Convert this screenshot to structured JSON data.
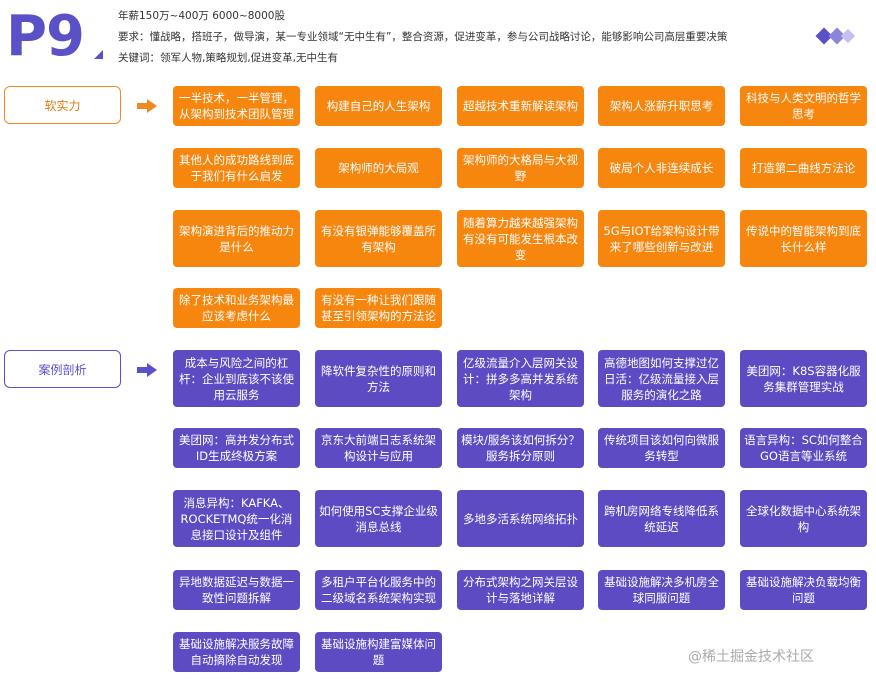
{
  "header": {
    "logo_text": "P9",
    "salary_line": "年薪150万~400万 6000~8000股",
    "requirement_line": "要求：懂战略，搭班子，做导演，某一专业领域“无中生有”，整合资源，促进变革，参与公司战略讨论，能够影响公司高层重要决策",
    "keywords_line": "关键词：领军人物,策略规划,促进变革,无中生有"
  },
  "colors": {
    "orange": "#f7860f",
    "purple": "#5d4bc3",
    "logo": "#5a50c8"
  },
  "sections": {
    "soft": {
      "label": "软实力",
      "items": [
        "一半技术，一半管理，从架构到技术团队管理",
        "构建自己的人生架构",
        "超越技术重新解读架构",
        "架构人涨薪升职思考",
        "科技与人类文明的哲学思考",
        "其他人的成功路线到底于我们有什么启发",
        "架构师的大局观",
        "架构师的大格局与大视野",
        "破局个人非连续成长",
        "打造第二曲线方法论",
        "架构演进背后的推动力是什么",
        "有没有银弹能够覆盖所有架构",
        "随着算力越来越强架构有没有可能发生根本改变",
        "5G与IOT给架构设计带来了哪些创新与改进",
        "传说中的智能架构到底长什么样",
        "除了技术和业务架构最应该考虑什么",
        "有没有一种让我们跟随甚至引领架构的方法论"
      ]
    },
    "case": {
      "label": "案例剖析",
      "items": [
        "成本与风险之间的杠杆：企业到底该不该使用云服务",
        "降软件复杂性的原则和方法",
        "亿级流量介入层网关设计：拼多多高并发系统架构",
        "高德地图如何支撑过亿日活：亿级流量接入层服务的演化之路",
        "美团网：K8S容器化服务集群管理实战",
        "美团网：高并发分布式ID生成终极方案",
        "京东大前端日志系统架构设计与应用",
        "模块/服务该如何拆分？服务拆分原则",
        "传统项目该如何向微服务转型",
        "语言异构：SC如何整合GO语言等业系统",
        "消息异构：KAFKA、ROCKETMQ统一化消息接口设计及组件",
        "如何使用SC支撑企业级消息总线",
        "多地多活系统网络拓扑",
        "跨机房网络专线降低系统延迟",
        "全球化数据中心系统架构",
        "异地数据延迟与数据一致性问题拆解",
        "多租户平台化服务中的二级域名系统架构实现",
        "分布式架构之网关层设计与落地详解",
        "基础设施解决多机房全球同服问题",
        "基础设施解决负载均衡问题",
        "基础设施解决服务故障自动摘除自动发现",
        "基础设施构建富媒体问题"
      ]
    }
  },
  "watermark": "@稀土掘金技术社区"
}
